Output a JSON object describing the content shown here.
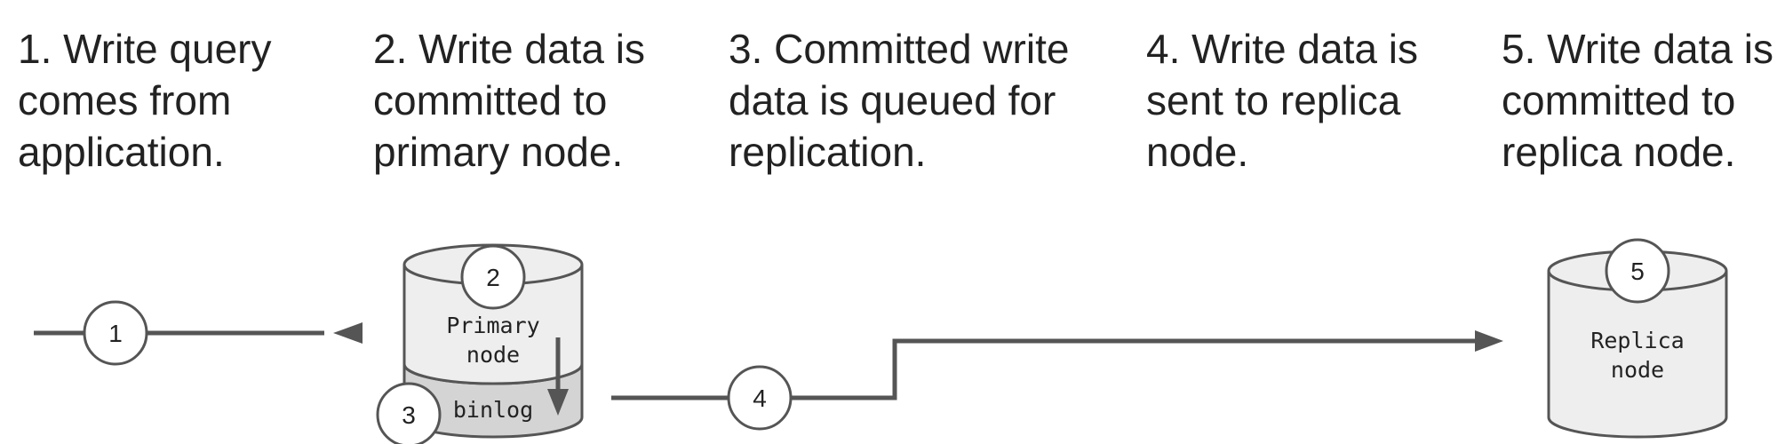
{
  "steps": [
    {
      "label": "1. Write query\ncomes from\napplication."
    },
    {
      "label": "2. Write data is\ncommitted to\nprimary node."
    },
    {
      "label": "3. Committed write\ndata is queued for\nreplication."
    },
    {
      "label": "4. Write data is\nsent to replica\nnode."
    },
    {
      "label": "5. Write data is\ncommitted to\nreplica node."
    }
  ],
  "markers": [
    "1",
    "2",
    "3",
    "4",
    "5"
  ],
  "primary": {
    "line1": "Primary",
    "line2": "node",
    "binlog": "binlog"
  },
  "replica": {
    "line1": "Replica",
    "line2": "node"
  },
  "colors": {
    "line": "#555555",
    "cylinder_fill": "#eeeeee",
    "binlog_fill": "#d4d4d4",
    "outline": "#555555",
    "text": "#222222"
  }
}
